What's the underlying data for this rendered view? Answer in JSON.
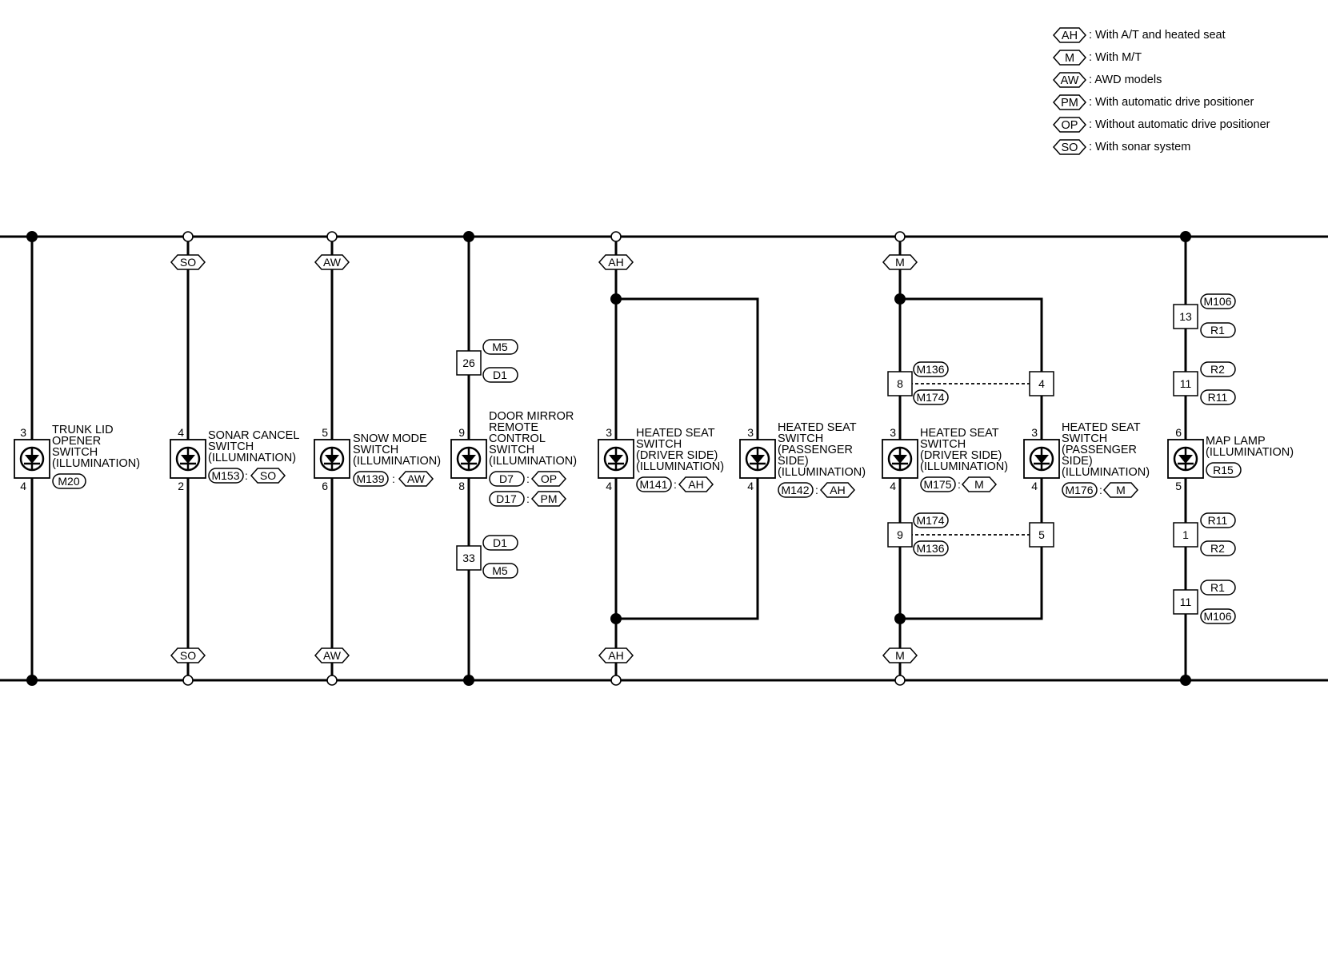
{
  "legend": [
    {
      "code": "AH",
      "text": ": With A/T and heated seat"
    },
    {
      "code": "M",
      "text": ": With M/T"
    },
    {
      "code": "AW",
      "text": ": AWD models"
    },
    {
      "code": "PM",
      "text": ": With automatic drive positioner"
    },
    {
      "code": "OP",
      "text": ": Without automatic drive positioner"
    },
    {
      "code": "SO",
      "text": ": With sonar system"
    }
  ],
  "options": {
    "so": "SO",
    "aw": "AW",
    "ah": "AH",
    "m": "M",
    "op": "OP",
    "pm": "PM"
  },
  "components": {
    "trunk": {
      "lines": [
        "TRUNK LID",
        "OPENER",
        "SWITCH",
        "(ILLUMINATION)"
      ],
      "pin_top": "3",
      "pin_bottom": "4",
      "connector": "M20"
    },
    "sonar": {
      "lines": [
        "SONAR CANCEL",
        "SWITCH",
        "(ILLUMINATION)"
      ],
      "pin_top": "4",
      "pin_bottom": "2",
      "connector": "M153"
    },
    "snow": {
      "lines": [
        "SNOW MODE",
        "SWITCH",
        "(ILLUMINATION)"
      ],
      "pin_top": "5",
      "pin_bottom": "6",
      "connector": "M139"
    },
    "mirror": {
      "lines": [
        "DOOR MIRROR",
        "REMOTE",
        "CONTROL",
        "SWITCH",
        "(ILLUMINATION)"
      ],
      "pin_top": "9",
      "pin_bottom": "8",
      "connector_1": "D7",
      "connector_2": "D17"
    },
    "hs1": {
      "lines": [
        "HEATED SEAT",
        "SWITCH",
        "(DRIVER SIDE)",
        "(ILLUMINATION)"
      ],
      "pin_top": "3",
      "pin_bottom": "4",
      "connector": "M141"
    },
    "hs2": {
      "lines": [
        "HEATED SEAT",
        "SWITCH",
        "(PASSENGER",
        " SIDE)",
        "(ILLUMINATION)"
      ],
      "pin_top": "3",
      "pin_bottom": "4",
      "connector": "M142"
    },
    "hs3": {
      "lines": [
        "HEATED SEAT",
        "SWITCH",
        "(DRIVER SIDE)",
        "(ILLUMINATION)"
      ],
      "pin_top": "3",
      "pin_bottom": "4",
      "connector": "M175"
    },
    "hs4": {
      "lines": [
        "HEATED SEAT",
        "SWITCH",
        "(PASSENGER",
        " SIDE)",
        "(ILLUMINATION)"
      ],
      "pin_top": "3",
      "pin_bottom": "4",
      "connector": "M176"
    },
    "map": {
      "lines": [
        "MAP LAMP",
        "(ILLUMINATION)"
      ],
      "pin_top": "6",
      "pin_bottom": "5",
      "connector": "R15"
    }
  },
  "joints": {
    "mirror_top": {
      "pin": "26",
      "c1": "M5",
      "c2": "D1"
    },
    "mirror_bot": {
      "pin": "33",
      "c1": "D1",
      "c2": "M5"
    },
    "hs_top_left": {
      "pin": "8",
      "c1": "M136",
      "c2": "M174"
    },
    "hs_top_right": {
      "pin": "4"
    },
    "hs_bot_left": {
      "pin": "9",
      "c1": "M174",
      "c2": "M136"
    },
    "hs_bot_right": {
      "pin": "5"
    },
    "map_1": {
      "pin": "13",
      "c1": "M106",
      "c2": "R1"
    },
    "map_2": {
      "pin": "11",
      "c1": "R2",
      "c2": "R11"
    },
    "map_3": {
      "pin": "1",
      "c1": "R11",
      "c2": "R2"
    },
    "map_4": {
      "pin": "11",
      "c1": "R1",
      "c2": "M106"
    }
  }
}
